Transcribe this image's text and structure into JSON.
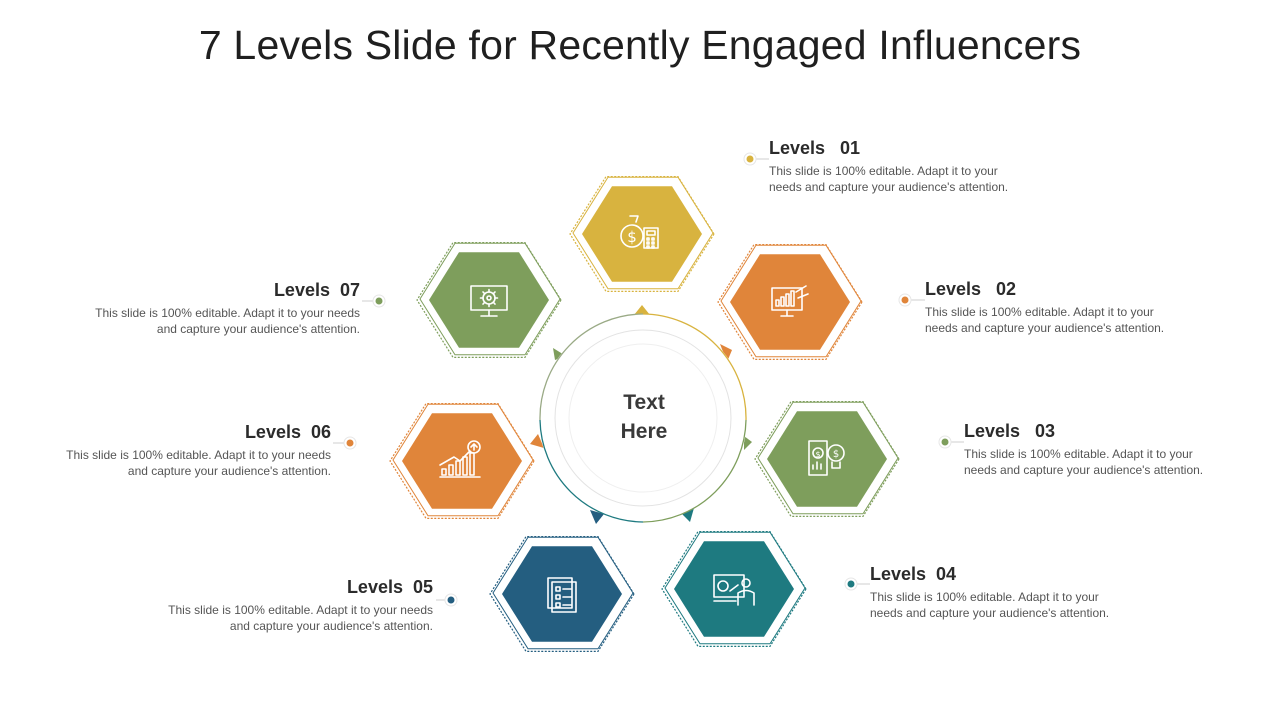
{
  "title": "7 Levels Slide for Recently Engaged Influencers",
  "center": {
    "line1": "Text",
    "line2": "Here"
  },
  "colors": {
    "mustard": "#D8B33F",
    "orange": "#E0853A",
    "green": "#7E9E5C",
    "teal": "#1E7A80",
    "navy": "#245E80"
  },
  "levels": [
    {
      "heading": "Levels   01",
      "text": "This slide is 100% editable. Adapt it to your needs and capture your audience's attention.",
      "icon": "money-bag-calculator-icon",
      "color": "#D8B33F"
    },
    {
      "heading": "Levels   02",
      "text": "This slide is 100% editable. Adapt it to your needs and capture your audience's attention.",
      "icon": "monitor-chart-icon",
      "color": "#E0853A"
    },
    {
      "heading": "Levels   03",
      "text": "This slide is 100% editable. Adapt it to your needs and capture your audience's attention.",
      "icon": "money-idea-icon",
      "color": "#7E9E5C"
    },
    {
      "heading": "Levels  04",
      "text": "This slide is 100% editable. Adapt it to your needs and capture your audience's attention.",
      "icon": "presentation-icon",
      "color": "#1E7A80"
    },
    {
      "heading": "Levels  05",
      "text": "This slide is 100% editable. Adapt it to your needs and capture your audience's attention.",
      "icon": "checklist-icon",
      "color": "#245E80"
    },
    {
      "heading": "Levels  06",
      "text": "This slide is 100% editable. Adapt it to your needs and capture your audience's attention.",
      "icon": "growth-chart-icon",
      "color": "#E0853A"
    },
    {
      "heading": "Levels  07",
      "text": "This slide is 100% editable. Adapt it to your needs and capture your audience's attention.",
      "icon": "monitor-gear-icon",
      "color": "#7E9E5C"
    }
  ]
}
